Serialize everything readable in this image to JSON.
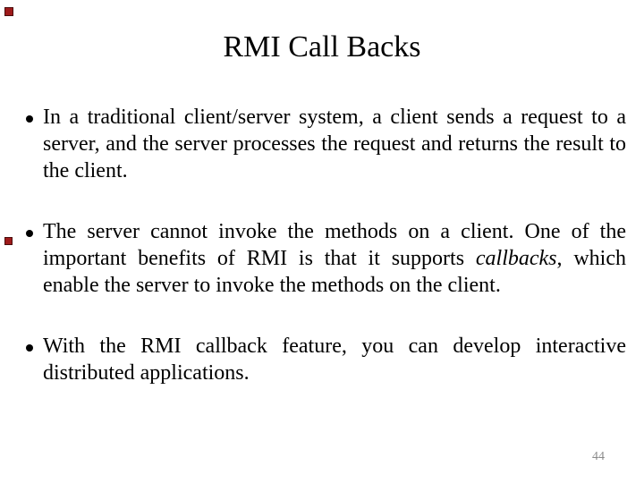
{
  "slide": {
    "title": "RMI Call Backs",
    "bullets": [
      {
        "text": "In a traditional client/server system, a client sends a request to a server, and the server processes the request and returns the result to the client."
      },
      {
        "pre": "The server cannot invoke the methods on a client. One of the important benefits of RMI is that it supports ",
        "italic": "callbacks",
        "post": ", which enable the server to invoke the methods on the client."
      },
      {
        "text": "With the RMI callback feature, you can develop interactive distributed applications."
      }
    ],
    "page_number": "44",
    "icons": {
      "bullet": "round-dot (css circle)"
    },
    "colors": {
      "background": "#ffffff",
      "text": "#000000",
      "page_number": "#8a8a8a",
      "accent_square": "#9e1a1a"
    }
  }
}
